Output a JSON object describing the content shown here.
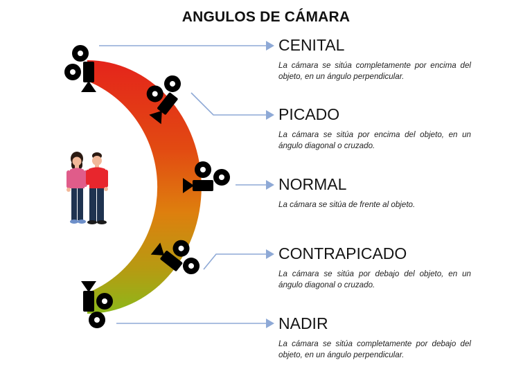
{
  "title": "ANGULOS DE CÁMARA",
  "angles": [
    {
      "name": "CENITAL",
      "description": "La cámara se sitúa completamente por encima del objeto, en un ángulo perpendicular."
    },
    {
      "name": "PICADO",
      "description": "La cámara se sitúa por encima del objeto, en un ángulo diagonal o cruzado."
    },
    {
      "name": "NORMAL",
      "description": "La cámara se sitúa de frente al objeto."
    },
    {
      "name": "CONTRAPICADO",
      "description": "La cámara se sitúa por debajo del objeto, en un ángulo diagonal o cruzado."
    },
    {
      "name": "NADIR",
      "description": "La cámara se sitúa completamente por debajo del objeto, en un ángulo perpendicular."
    }
  ],
  "colors": {
    "arc_start": "#e4241b",
    "arc_mid": "#e07a10",
    "arc_end": "#8cb81a",
    "connector": "#8ea9d6",
    "camera": "#000000",
    "person_shirt": "#e8262d",
    "person_jeans": "#1f3350",
    "person_skin": "#f2b899",
    "person_hair": "#2b1a12"
  },
  "icons": [
    "camera-icon",
    "arrow-right-icon",
    "people-illustration"
  ]
}
